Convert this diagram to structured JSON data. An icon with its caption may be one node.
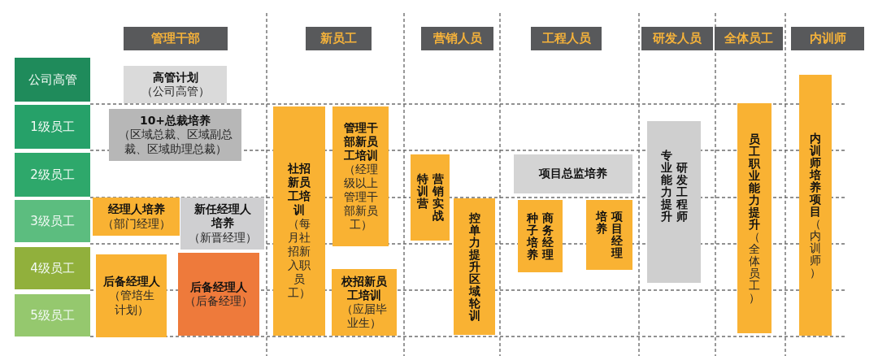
{
  "diagram": {
    "nodes": [
      {
        "text": [
          "管理干部"
        ]
      },
      {
        "text": [
          "新员工"
        ]
      },
      {
        "text": [
          "营销人员"
        ]
      },
      {
        "text": [
          "工程人员"
        ]
      },
      {
        "text": [
          "研发人员"
        ]
      },
      {
        "text": [
          "全体员工"
        ]
      },
      {
        "text": [
          "内训师"
        ]
      },
      {
        "text": [
          "公司高管"
        ]
      },
      {
        "text": [
          "1级员工"
        ]
      },
      {
        "text": [
          "2级员工"
        ]
      },
      {
        "text": [
          "3级员工"
        ]
      },
      {
        "text": [
          "4级员工"
        ]
      },
      {
        "text": [
          "5级员工"
        ]
      },
      {
        "text": [
          "高管计划",
          "（公司高管）"
        ]
      },
      {
        "text": [
          "10+总裁培养",
          "（区域总裁、区域副总裁、区域助理总裁）"
        ]
      },
      {
        "text": [
          "经理人培养",
          "（部门经理）"
        ]
      },
      {
        "text": [
          "新任经理人培养",
          "（新晋经理）"
        ]
      },
      {
        "text": [
          "后备经理人",
          "（管培生计划）"
        ]
      },
      {
        "text": [
          "后备经理人",
          "（后备经理）"
        ]
      },
      {
        "text": [
          "社招新员工培训",
          "（每月社招新入职员工）"
        ]
      },
      {
        "text": [
          "管理干部新员工培训",
          "（经理级以上管理干部新员工）"
        ]
      },
      {
        "text": [
          "校招新员工培训",
          "（应届毕业生）"
        ]
      },
      {
        "text": [
          "营销实战特训营"
        ]
      },
      {
        "text": [
          "控单力提升区域轮训"
        ]
      },
      {
        "text": [
          "项目总监培养"
        ]
      },
      {
        "text": [
          "商务经理种子培养"
        ]
      },
      {
        "text": [
          "项目经理培养"
        ]
      },
      {
        "text": [
          "研发工程师专业能力提升"
        ]
      },
      {
        "text": [
          "员工职业能力提升",
          "（全体员工）"
        ]
      },
      {
        "text": [
          "内训师培养项目",
          "（内训师）"
        ]
      }
    ]
  }
}
